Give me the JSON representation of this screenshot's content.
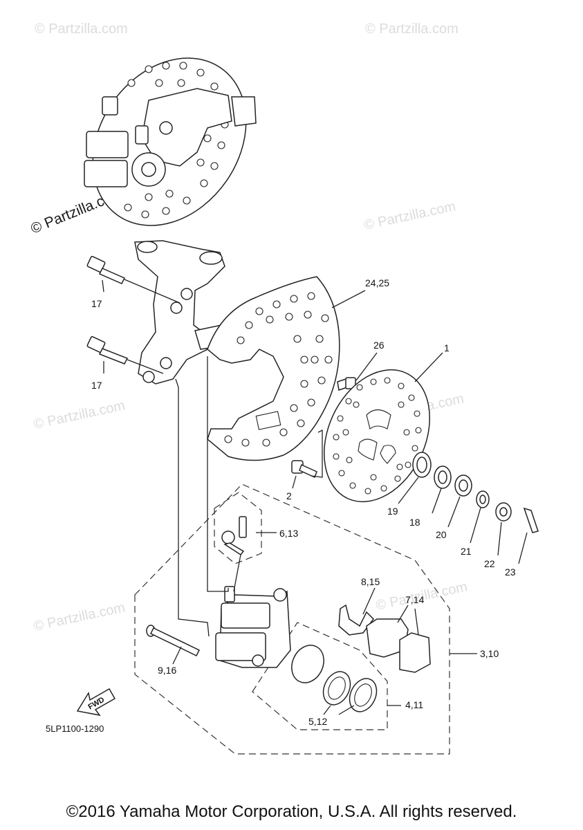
{
  "watermarks": [
    "© Partzilla.com",
    "© Partzilla.com",
    "© Partzilla.com",
    "© Partzilla.com",
    "© Partzilla.com",
    "© Partzilla.com",
    "© Partzilla.com"
  ],
  "watermark_main": "© Partzilla.com",
  "labels": {
    "l17a": "17",
    "l17b": "17",
    "l2425": "24,25",
    "l26": "26",
    "l1": "1",
    "l2": "2",
    "l19": "19",
    "l18": "18",
    "l20": "20",
    "l21": "21",
    "l22": "22",
    "l23": "23",
    "l613": "6,13",
    "l815": "8,15",
    "l714": "7,14",
    "l310": "3,10",
    "l916": "9,16",
    "l411": "4,11",
    "l512": "5,12"
  },
  "fwd_label": "FWD",
  "diagram_code": "5LP1100-1290",
  "copyright": "©2016 Yamaha Motor Corporation, U.S.A. All rights reserved."
}
